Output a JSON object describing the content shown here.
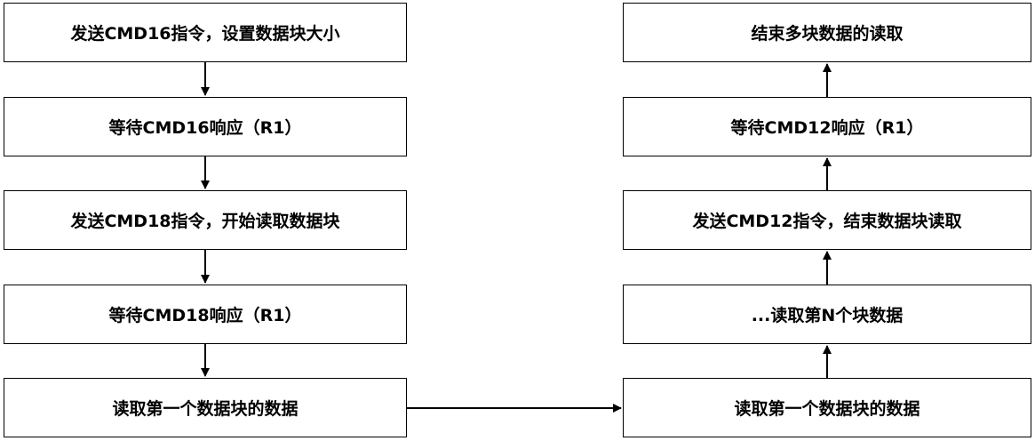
{
  "diagram": {
    "left_column": [
      "发送CMD16指令，设置数据块大小",
      "等待CMD16响应（R1）",
      "发送CMD18指令，开始读取数据块",
      "等待CMD18响应（R1）",
      "读取第一个数据块的数据"
    ],
    "right_column": [
      "结束多块数据的读取",
      "等待CMD12响应（R1）",
      "发送CMD12指令，结束数据块读取",
      "...读取第N个块数据",
      "读取第一个数据块的数据"
    ]
  }
}
